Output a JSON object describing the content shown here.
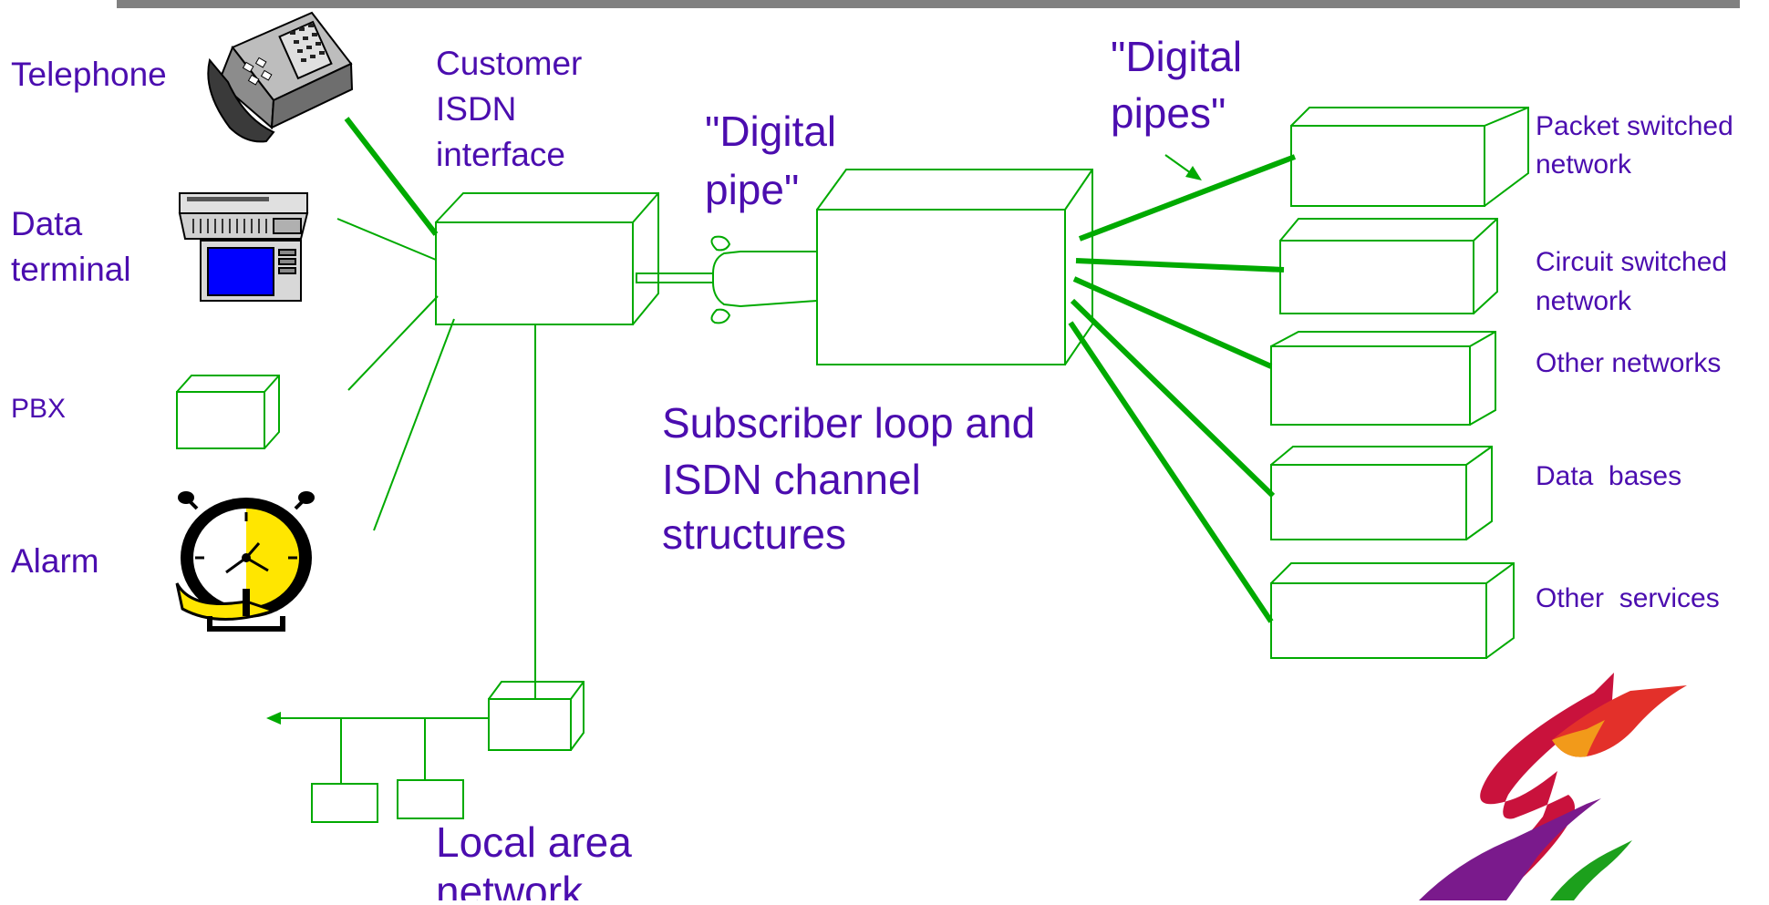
{
  "devices": {
    "telephone": "Telephone",
    "data_terminal": [
      "Data",
      "terminal"
    ],
    "pbx": "PBX",
    "alarm": "Alarm"
  },
  "interface_label": [
    "Customer",
    "ISDN",
    "interface"
  ],
  "digital_pipe_label": [
    "\"Digital",
    "pipe\""
  ],
  "digital_pipes_label": [
    "\"Digital",
    "pipes\""
  ],
  "loop_caption": [
    "Subscriber loop and",
    "ISDN channel",
    "structures"
  ],
  "lan_label": [
    "Local area",
    "network"
  ],
  "services": [
    [
      "Packet switched",
      "network"
    ],
    [
      "Circuit switched",
      "network"
    ],
    [
      "Other networks"
    ],
    [
      "Data  bases"
    ],
    [
      "Other  services"
    ]
  ],
  "colors": {
    "line": "#00AA00",
    "text": "#4B0DAF",
    "header_rule": "#808080",
    "screen": "#0000FF",
    "alarm_yellow": "#FFE600"
  },
  "icons": [
    "telephone-icon",
    "data-terminal-icon",
    "pbx-box",
    "alarm-clock-icon",
    "s-logo"
  ]
}
